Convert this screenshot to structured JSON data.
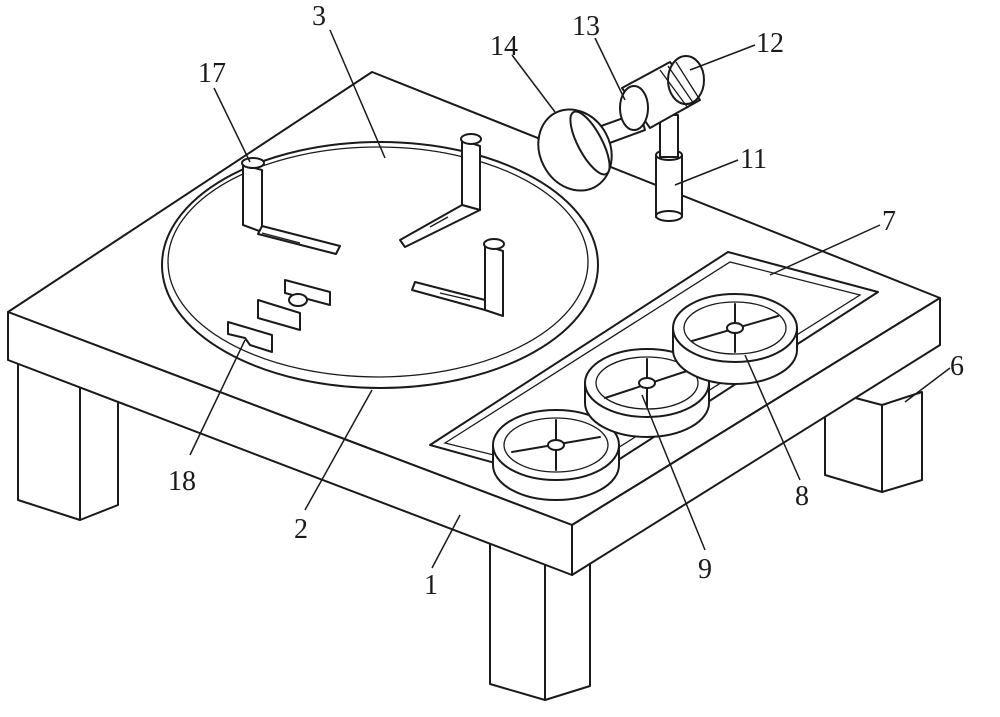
{
  "labels": {
    "l1": "1",
    "l2": "2",
    "l3": "3",
    "l6": "6",
    "l7": "7",
    "l8": "8",
    "l9": "9",
    "l11": "11",
    "l12": "12",
    "l13": "13",
    "l14": "14",
    "l17": "17",
    "l18": "18"
  }
}
